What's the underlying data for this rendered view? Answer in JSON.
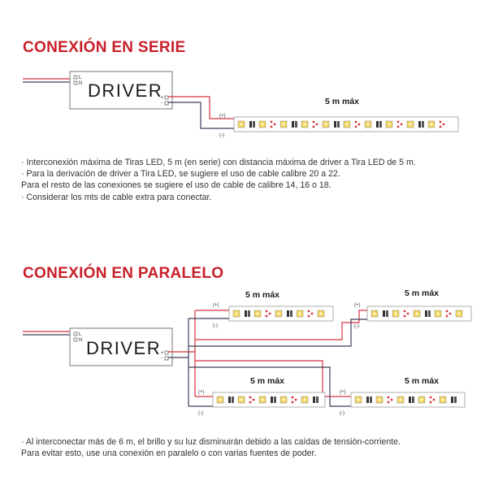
{
  "serie": {
    "title": "CONEXIÓN EN SERIE",
    "driver_label": "DRIVER",
    "strip_length": "5 m máx",
    "plus": "(+)",
    "minus": "(-)",
    "notes": [
      "· Interconexión máxima de Tiras LED, 5 m (en serie) con distancia máxima de driver a Tira LED de 5 m.",
      "· Para la derivación de driver a Tira LED, se sugiere el uso de cable calibre 20 a 22.",
      "Para el resto de las conexiones se sugiere el uso de cable de calibre 14, 16 o 18.",
      "· Considerar los mts de cable extra para conectar."
    ]
  },
  "paralelo": {
    "title": "CONEXIÓN EN PARALELO",
    "driver_label": "DRIVER",
    "strip_lengths": [
      "5 m máx",
      "5 m máx",
      "5 m máx",
      "5 m máx"
    ],
    "plus": "(+)",
    "minus": "(-)",
    "notes": [
      "· Al interconectar más de 6 m, el brillo y su luz disminuirán debido a las caídas de tensión-corriente.",
      "Para evitar esto, use una conexión en paralelo o con varias fuentes de poder."
    ]
  },
  "driver_terminals": {
    "left_top": "L",
    "left_bottom": "N",
    "right_top": "+",
    "right_bottom": "-"
  },
  "colors": {
    "accent": "#c8202a",
    "wire_red": "#d8343c",
    "wire_dark": "#3d3d5c",
    "led_yellow": "#f3d55a",
    "strip_border": "#9a9a9a"
  }
}
